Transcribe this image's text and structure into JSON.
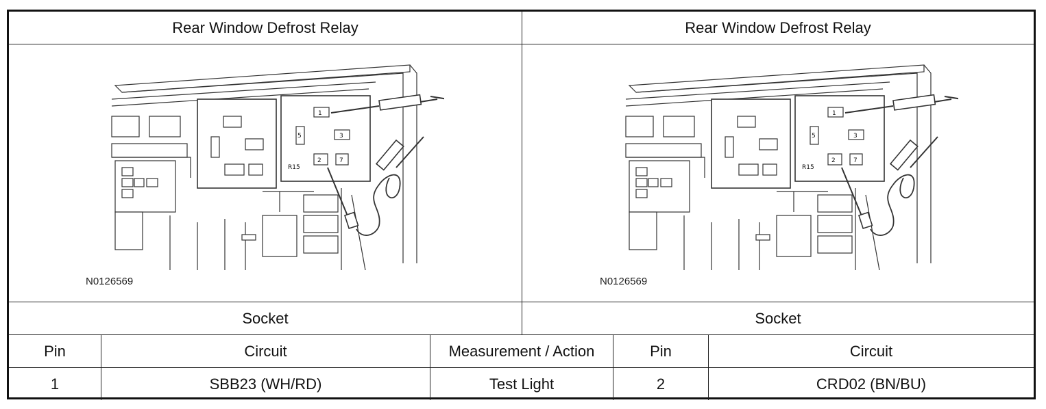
{
  "left_panel": {
    "title": "Rear Window Defrost Relay",
    "figure_id": "N0126569",
    "figure_labels": {
      "pin_1": "1",
      "pin_2": "2",
      "pin_3": "3",
      "pin_5": "5",
      "pin_7": "7",
      "relay_ref": "R15"
    },
    "footer": "Socket"
  },
  "right_panel": {
    "title": "Rear Window Defrost Relay",
    "figure_id": "N0126569",
    "figure_labels": {
      "pin_1": "1",
      "pin_2": "2",
      "pin_3": "3",
      "pin_5": "5",
      "pin_7": "7",
      "relay_ref": "R15"
    },
    "footer": "Socket"
  },
  "table": {
    "headers": [
      "Pin",
      "Circuit",
      "Measurement / Action",
      "Pin",
      "Circuit"
    ],
    "rows": [
      [
        "1",
        "SBB23 (WH/RD)",
        "Test Light",
        "2",
        "CRD02 (BN/BU)"
      ]
    ]
  }
}
